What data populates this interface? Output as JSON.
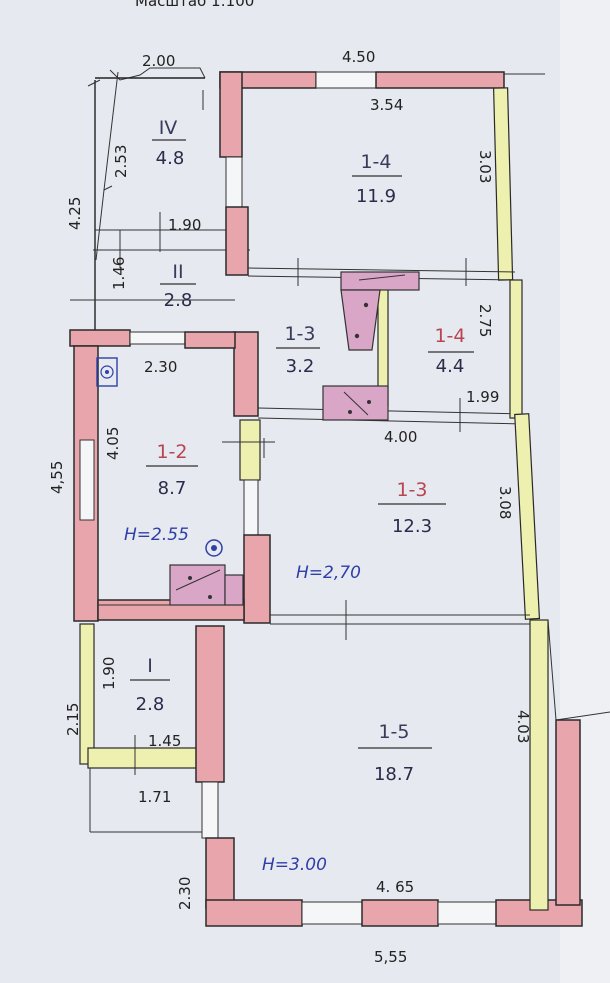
{
  "header": {
    "faint_text": "Масштаб 1:100"
  },
  "rooms": [
    {
      "id": "IV",
      "area": "4.8"
    },
    {
      "id": "II",
      "area": "2.8"
    },
    {
      "id": "I",
      "area": "2.8"
    },
    {
      "id": "1-4",
      "area": "11.9"
    },
    {
      "id": "1-3",
      "area": "3.2"
    },
    {
      "id": "1-4",
      "area": "4.4"
    },
    {
      "id": "1-2",
      "area": "8.7"
    },
    {
      "id": "1-3",
      "area": "12.3"
    },
    {
      "id": "1-5",
      "area": "18.7"
    }
  ],
  "heights": {
    "h1": "H=2.55",
    "h2": "H=2,70",
    "h3": "H=3.00"
  },
  "dimensions": {
    "d_2_00": "2.00",
    "d_4_50": "4.50",
    "d_3_54": "3.54",
    "d_2_53": "2.53",
    "d_4_25": "4.25",
    "d_3_03": "3.03",
    "d_1_90": "1.90",
    "d_1_46": "1.46",
    "d_2_75": "2.75",
    "d_2_30": "2.30",
    "d_1_99": "1.99",
    "d_4_55": "4,55",
    "d_4_05": "4.05",
    "d_4_00": "4.00",
    "d_3_08": "3.08",
    "d_2_15": "2.15",
    "d_1_90b": "1.90",
    "d_1_45": "1.45",
    "d_1_71": "1.71",
    "d_4_03": "4.03",
    "d_2_30b": "2.30",
    "d_4_65": "4. 65",
    "d_5_55": "5,55"
  }
}
